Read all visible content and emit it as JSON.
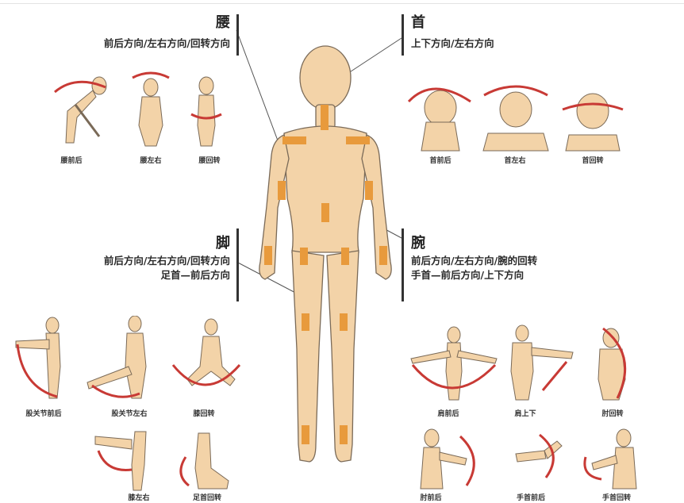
{
  "sections": {
    "waist": {
      "title": "腰",
      "lines": [
        "前后方向/左右方向/回转方向"
      ]
    },
    "neck": {
      "title": "首",
      "lines": [
        "上下方向/左右方向"
      ]
    },
    "leg": {
      "title": "脚",
      "lines": [
        "前后方向/左右方向/回转方向",
        "足首—前后方向"
      ]
    },
    "wrist": {
      "title": "腕",
      "lines": [
        "前后方向/左右方向/腕的回转",
        "手首—前后方向/上下方向"
      ]
    }
  },
  "captions": {
    "waist": [
      "腰前后",
      "腰左右",
      "腰回转"
    ],
    "neck": [
      "首前后",
      "首左右",
      "首回转"
    ],
    "leg_top": [
      "股关节前后",
      "股关节左右",
      "膝回转"
    ],
    "leg_bottom": [
      "膝左右",
      "足首回转"
    ],
    "arm_top": [
      "肩前后",
      "肩上下",
      "肘回转"
    ],
    "arm_bottom": [
      "肘前后",
      "手首前后",
      "手首回转"
    ]
  },
  "colors": {
    "skin": "#f3d3a8",
    "skin_outline": "#7a6a58",
    "joint": "#e89a3c",
    "arc": "#c83a35",
    "ghost": "#dcdcdc"
  }
}
